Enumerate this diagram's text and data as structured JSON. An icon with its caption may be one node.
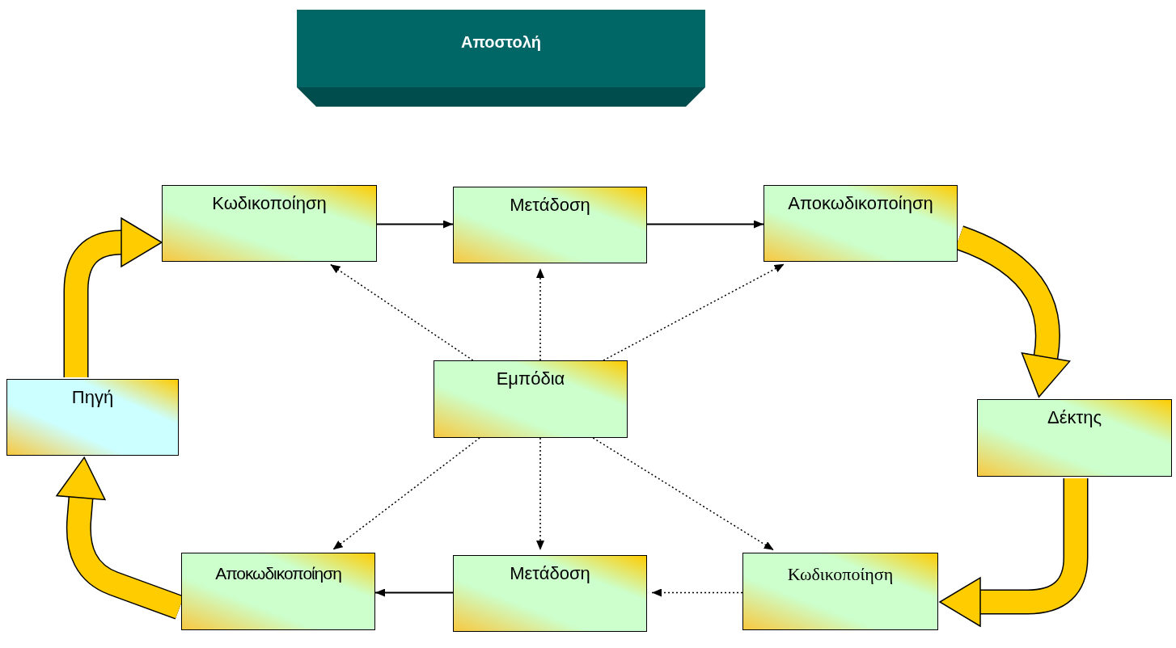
{
  "diagram": {
    "nodes": [
      {
        "text": [
          "Αποστολή"
        ]
      },
      {
        "text": [
          "Κωδικοποίηση"
        ]
      },
      {
        "text": [
          "Μετάδοση"
        ]
      },
      {
        "text": [
          "Αποκωδικοποίηση"
        ]
      },
      {
        "text": [
          "Πηγή"
        ]
      },
      {
        "text": [
          "Εμπόδια"
        ]
      },
      {
        "text": [
          "Δέκτης"
        ]
      },
      {
        "text": [
          "Αποκωδικοποίηση"
        ]
      },
      {
        "text": [
          "Μετάδοση"
        ]
      },
      {
        "text": [
          "Κωδικοποίηση"
        ]
      }
    ],
    "edges": [
      {
        "from": 1,
        "to": 2,
        "arrow": "to"
      },
      {
        "from": 2,
        "to": 3,
        "arrow": "to"
      },
      {
        "from": 5,
        "to": 1,
        "arrow": "to",
        "style": "dashed"
      },
      {
        "from": 5,
        "to": 2,
        "arrow": "to",
        "style": "dashed"
      },
      {
        "from": 5,
        "to": 3,
        "arrow": "to",
        "style": "dashed"
      },
      {
        "from": 5,
        "to": 7,
        "arrow": "to",
        "style": "dashed"
      },
      {
        "from": 5,
        "to": 8,
        "arrow": "to",
        "style": "dashed"
      },
      {
        "from": 5,
        "to": 9,
        "arrow": "to",
        "style": "dashed"
      },
      {
        "from": 9,
        "to": 8,
        "arrow": "to",
        "style": "dashed"
      },
      {
        "from": 8,
        "to": 7,
        "arrow": "to"
      },
      {
        "from": 4,
        "to": 1,
        "arrow": "to",
        "style": "thick",
        "color": "#ffcc00"
      },
      {
        "from": 3,
        "to": 6,
        "arrow": "to",
        "style": "thick",
        "color": "#ffcc00"
      },
      {
        "from": 6,
        "to": 9,
        "arrow": "to",
        "style": "thick",
        "color": "#ffcc00"
      },
      {
        "from": 7,
        "to": 4,
        "arrow": "to",
        "style": "thick",
        "color": "#ffcc00"
      }
    ]
  }
}
